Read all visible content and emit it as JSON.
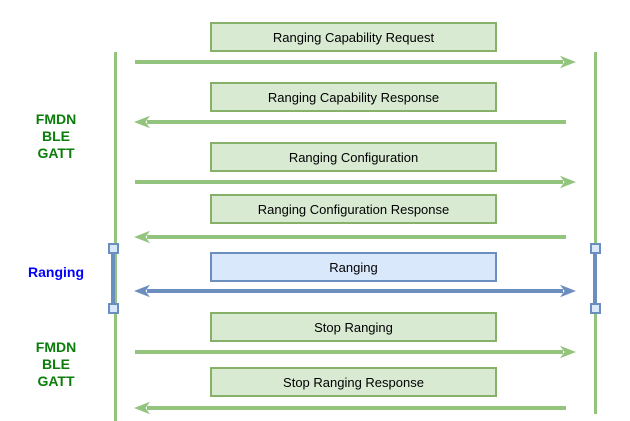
{
  "colors": {
    "green_line": "#93c47d",
    "green_box_fill": "#d9ead3",
    "green_box_border": "#87b169",
    "blue_line": "#6c8ebf",
    "blue_box_fill": "#dae8fc",
    "blue_box_border": "#6c8ebf",
    "activation_fill": "#dae8fc",
    "label_green": "#0a7d0a",
    "label_blue": "#0000ff",
    "text": "#000000"
  },
  "side_labels": {
    "gatt_top": {
      "lines": [
        "FMDN",
        "BLE",
        "GATT"
      ],
      "theme": "green"
    },
    "ranging": {
      "lines": [
        "Ranging"
      ],
      "theme": "blue"
    },
    "gatt_bottom": {
      "lines": [
        "FMDN",
        "BLE",
        "GATT"
      ],
      "theme": "green"
    }
  },
  "messages": [
    {
      "label": "Ranging Capability Request",
      "direction": "right",
      "theme": "green"
    },
    {
      "label": "Ranging Capability Response",
      "direction": "left",
      "theme": "green"
    },
    {
      "label": "Ranging Configuration",
      "direction": "right",
      "theme": "green"
    },
    {
      "label": "Ranging Configuration Response",
      "direction": "left",
      "theme": "green"
    },
    {
      "label": "Ranging",
      "direction": "both",
      "theme": "blue"
    },
    {
      "label": "Stop Ranging",
      "direction": "right",
      "theme": "green"
    },
    {
      "label": "Stop Ranging Response",
      "direction": "left",
      "theme": "green"
    }
  ]
}
